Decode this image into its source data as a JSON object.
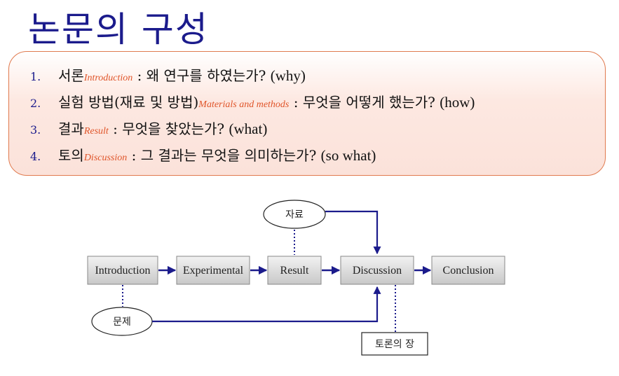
{
  "title": "논문의 구성",
  "items": [
    {
      "num": "1.",
      "kor": "서론",
      "eng": "Introduction",
      "rest": " : 왜 연구를 하였는가? ",
      "tail": "(why)"
    },
    {
      "num": "2.",
      "kor": "실험 방법(재료 및 방법)",
      "eng": "Materials and methods",
      "rest": " : 무엇을 어떻게 했는가? ",
      "tail": "(how)"
    },
    {
      "num": "3.",
      "kor": "결과",
      "eng": "Result",
      "rest": " : 무엇을 찾았는가? ",
      "tail": "(what)"
    },
    {
      "num": "4.",
      "kor": "토의",
      "eng": "Discussion",
      "rest": " : 그 결과는 무엇을 의미하는가? ",
      "tail": "(so what)"
    }
  ],
  "diagram": {
    "flow": [
      "Introduction",
      "Experimental",
      "Result",
      "Discussion",
      "Conclusion"
    ],
    "data_node": "자료",
    "problem_node": "문제",
    "forum_node": "토론의 장"
  },
  "colors": {
    "title": "#1b1b8c",
    "accent": "#e0552a",
    "arrow": "#1b1b8c",
    "box_border": "#e07a4e"
  }
}
